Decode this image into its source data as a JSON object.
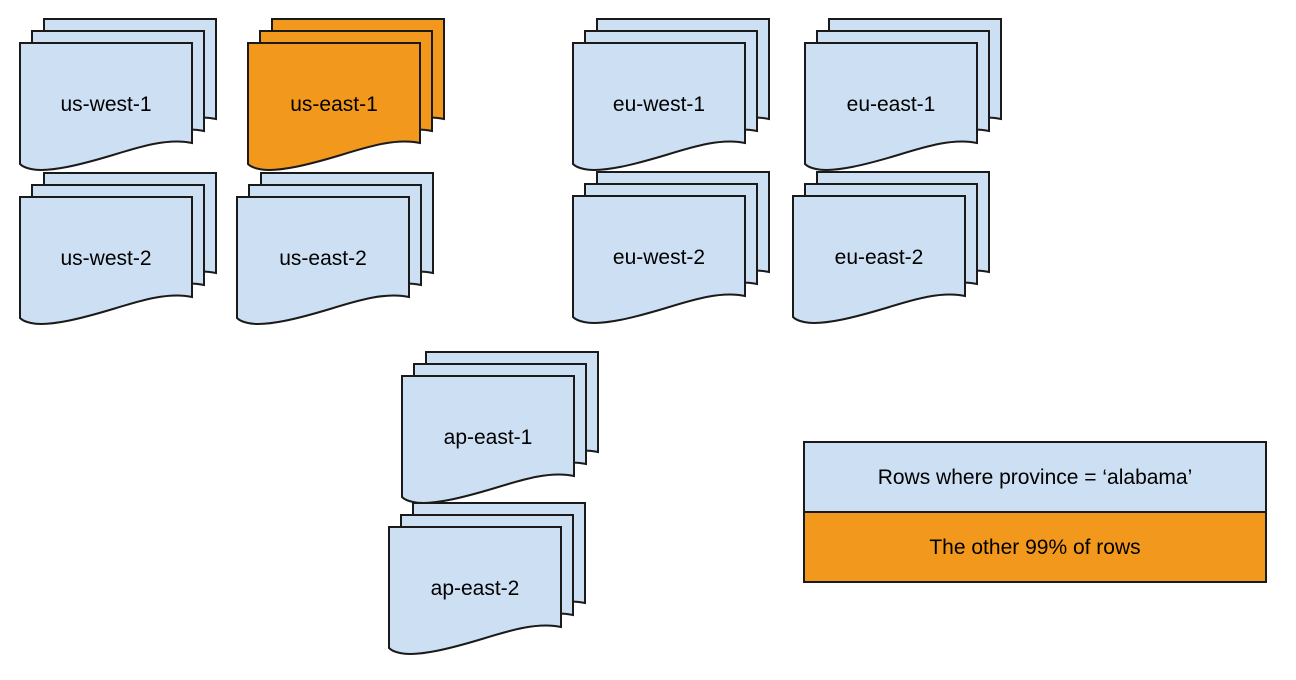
{
  "diagram": {
    "title": "",
    "regions": [
      {
        "id": "us-west-1",
        "label": "us-west-1",
        "variant": "blue"
      },
      {
        "id": "us-east-1",
        "label": "us-east-1",
        "variant": "orange"
      },
      {
        "id": "eu-west-1",
        "label": "eu-west-1",
        "variant": "blue"
      },
      {
        "id": "eu-east-1",
        "label": "eu-east-1",
        "variant": "blue"
      },
      {
        "id": "us-west-2",
        "label": "us-west-2",
        "variant": "blue"
      },
      {
        "id": "us-east-2",
        "label": "us-east-2",
        "variant": "blue"
      },
      {
        "id": "eu-west-2",
        "label": "eu-west-2",
        "variant": "blue"
      },
      {
        "id": "eu-east-2",
        "label": "eu-east-2",
        "variant": "blue"
      },
      {
        "id": "ap-east-1",
        "label": "ap-east-1",
        "variant": "blue"
      },
      {
        "id": "ap-east-2",
        "label": "ap-east-2",
        "variant": "blue"
      }
    ],
    "legend": {
      "items": [
        {
          "label": "Rows where province = ‘alabama’",
          "variant": "blue"
        },
        {
          "label": "The other 99% of rows",
          "variant": "orange"
        }
      ]
    },
    "colors": {
      "blue": "#CDDFF2",
      "orange": "#F2991D",
      "outline": "#1A1A1A",
      "text": "#000000",
      "bg": "#FFFFFF"
    }
  }
}
